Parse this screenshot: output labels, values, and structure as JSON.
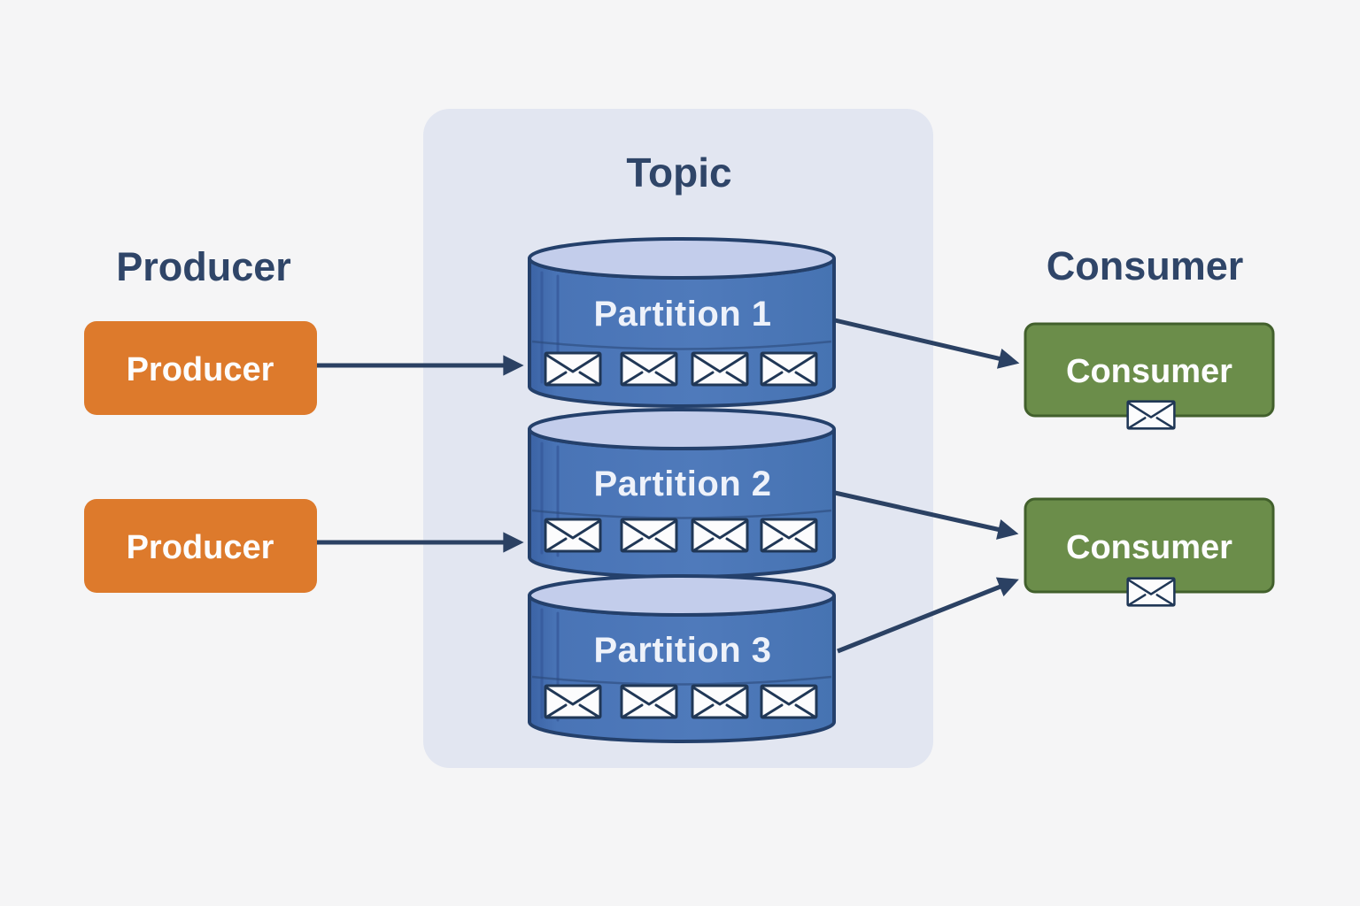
{
  "sections": {
    "producer": {
      "heading": "Producer",
      "boxes": [
        {
          "label": "Producer"
        },
        {
          "label": "Producer"
        }
      ]
    },
    "topic": {
      "heading": "Topic",
      "partitions": [
        {
          "label": "Partition 1",
          "message_count": 4
        },
        {
          "label": "Partition 2",
          "message_count": 4
        },
        {
          "label": "Partition 3",
          "message_count": 4
        }
      ]
    },
    "consumer": {
      "heading": "Consumer",
      "boxes": [
        {
          "label": "Consumer"
        },
        {
          "label": "Consumer"
        }
      ]
    }
  },
  "icons": {
    "message": "envelope-icon"
  },
  "colors": {
    "background": "#f5f5f6",
    "panel": "#e2e6f1",
    "producer_box": "#dd7a2c",
    "consumer_box": "#6b8d4a",
    "consumer_border": "#42602c",
    "cylinder_body": "#4a75b6",
    "cylinder_body_shade": "#3b63a5",
    "cylinder_top": "#c3cdeb",
    "outline_navy": "#24406b",
    "arrow": "#2b4163",
    "heading_text": "#2f4568",
    "box_text": "#ffffff",
    "envelope_fill": "#fcfcfd",
    "envelope_stroke": "#203756"
  }
}
